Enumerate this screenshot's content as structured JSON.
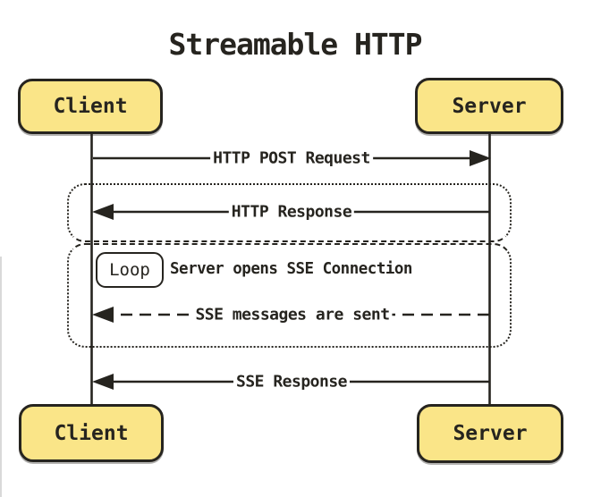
{
  "title": "Streamable HTTP",
  "actors": {
    "client": "Client",
    "server": "Server"
  },
  "messages": [
    {
      "label": "HTTP POST Request",
      "from": "client",
      "to": "server",
      "style": "solid"
    },
    {
      "label": "HTTP Response",
      "from": "server",
      "to": "client",
      "style": "solid"
    },
    {
      "label": "SSE messages are sent",
      "from": "server",
      "to": "client",
      "style": "dashed"
    },
    {
      "label": "SSE Response",
      "from": "server",
      "to": "client",
      "style": "solid"
    }
  ],
  "loop": {
    "label": "Loop",
    "description": "Server opens SSE Connection"
  },
  "colors": {
    "ink": "#26241f",
    "actor_fill": "#fae588",
    "background": "#ffffff"
  }
}
